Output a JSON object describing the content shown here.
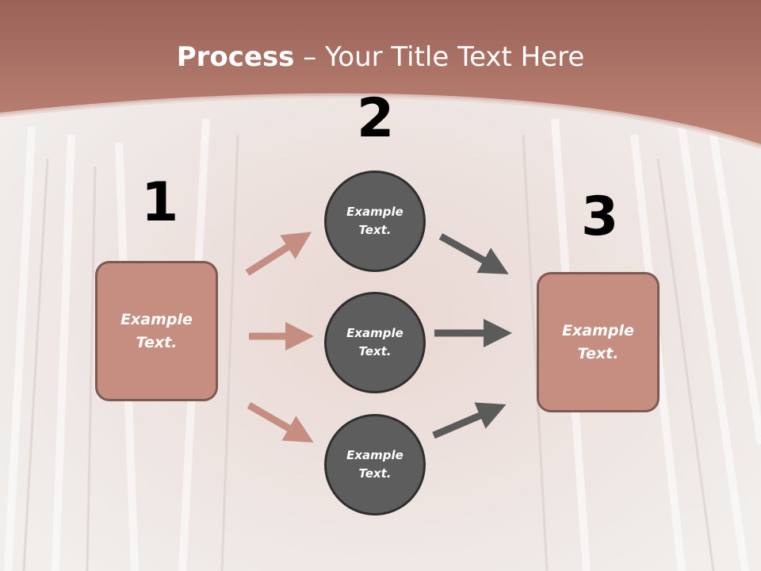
{
  "title": {
    "bold": "Process",
    "rest": " – Your Title Text Here"
  },
  "steps": {
    "step1": {
      "number": "1",
      "text": "Example\nText."
    },
    "step2": {
      "number": "2"
    },
    "step3": {
      "number": "3",
      "text": "Example\nText."
    }
  },
  "circles": [
    {
      "text": "Example\nText."
    },
    {
      "text": "Example\nText."
    },
    {
      "text": "Example\nText."
    }
  ],
  "colors": {
    "header": "#b47a6c",
    "box_fill": "#c58e80",
    "box_border": "#7f5a52",
    "circle_fill": "#5d5d5d",
    "arrow_pink": "#c58e80",
    "arrow_dark": "#5b5b5b"
  }
}
